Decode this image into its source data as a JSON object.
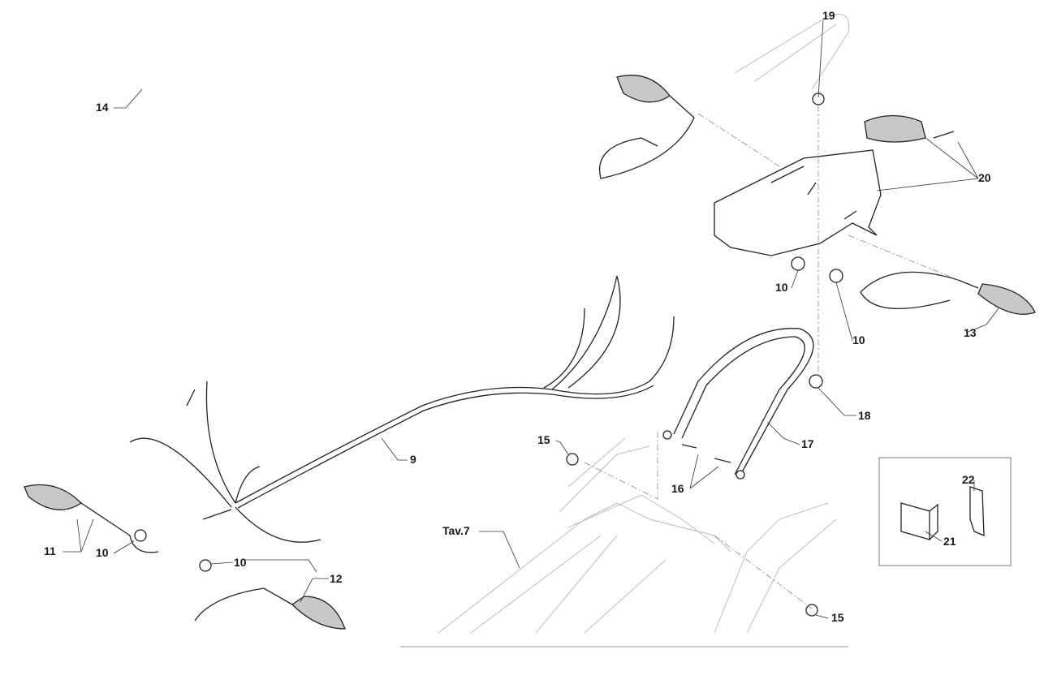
{
  "diagram": {
    "labels": {
      "p9": "9",
      "p10a": "10",
      "p10b": "10",
      "p10c": "10",
      "p10d": "10",
      "p11": "11",
      "p12": "12",
      "p13": "13",
      "p14": "14",
      "p15a": "15",
      "p15b": "15",
      "p16": "16",
      "p17": "17",
      "p18": "18",
      "p19": "19",
      "p20": "20",
      "p21": "21",
      "p22": "22",
      "tav": "Tav.7"
    }
  }
}
